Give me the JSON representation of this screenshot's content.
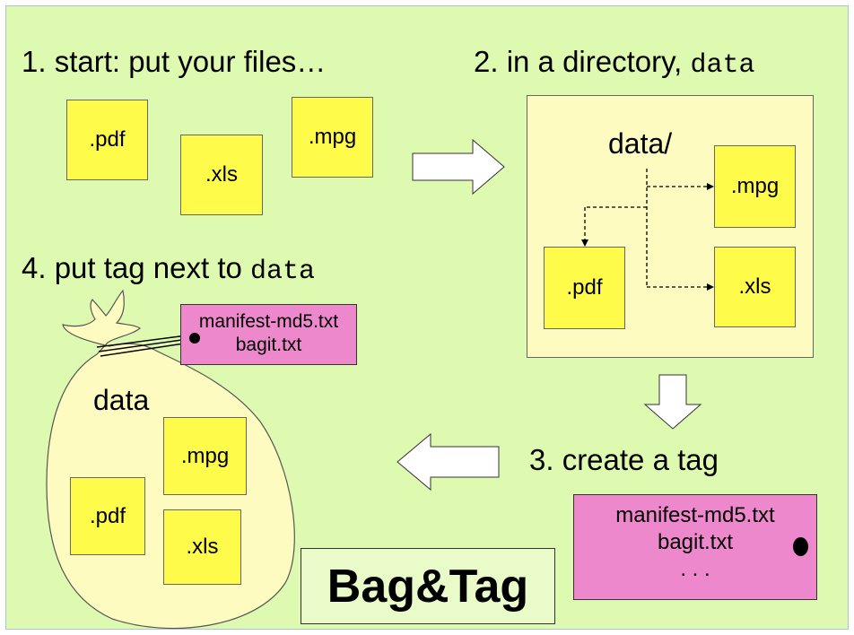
{
  "headings": {
    "step1": "1. start: put your files…",
    "step2_text": "2. in a directory, ",
    "step2_code": "data",
    "step3": "3. create a tag",
    "step4_text": "4. put tag next to ",
    "step4_code": "data"
  },
  "start_files": {
    "pdf": ".pdf",
    "xls": ".xls",
    "mpg": ".mpg"
  },
  "directory": {
    "label": "data/",
    "files": {
      "mpg": ".mpg",
      "pdf": ".pdf",
      "xls": ".xls"
    }
  },
  "tag": {
    "line1": "manifest-md5.txt",
    "line2": "bagit.txt",
    "line3": ". . ."
  },
  "bag": {
    "label": "data",
    "tag_line1": "manifest-md5.txt",
    "tag_line2": "bagit.txt",
    "files": {
      "mpg": ".mpg",
      "pdf": ".pdf",
      "xls": ".xls"
    }
  },
  "title": "Bag&Tag",
  "colors": {
    "background": "#ddfab0",
    "file_box": "#fffb4a",
    "tag": "#ee88cc",
    "directory_bg": "#fdfbc0",
    "bag_fill": "#fdfbc0"
  }
}
